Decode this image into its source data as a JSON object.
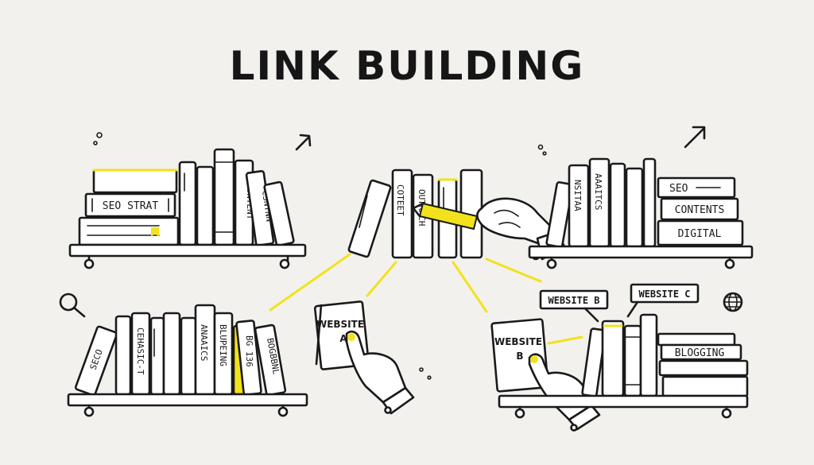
{
  "title": "LINK BUILDING",
  "left_top_shelf": {
    "stack_labels": [
      "SEO STRAT"
    ],
    "spine_labels": [
      "CONTENT",
      "CSNTNN"
    ]
  },
  "middle_top_shelf": {
    "spine_labels": [
      "COTEET",
      "OUTRACH"
    ]
  },
  "right_top_shelf": {
    "spine_labels": [
      "NSITAA",
      "AAAITCS"
    ],
    "stack_labels": [
      "SEO",
      "CONTENTS",
      "DIGITAL"
    ]
  },
  "left_bottom_shelf": {
    "spine_labels": [
      "SECO",
      "CEHASIC-T",
      "ANAAICS",
      "BLUPEING",
      "BG 136",
      "BOGBBNL"
    ]
  },
  "card_a": {
    "line1": "WEBSITE",
    "line2": "A"
  },
  "card_b": {
    "line1": "WEBSITE",
    "line2": "B"
  },
  "tags": {
    "website_b": "WEBSITE B",
    "website_c": "WEBSITE C"
  },
  "right_bottom_shelf": {
    "stack_labels": [
      "BLOGGING"
    ]
  },
  "colors": {
    "ink": "#1a1a1a",
    "highlight": "#f2e21c",
    "paper": "#f2f1ee"
  }
}
